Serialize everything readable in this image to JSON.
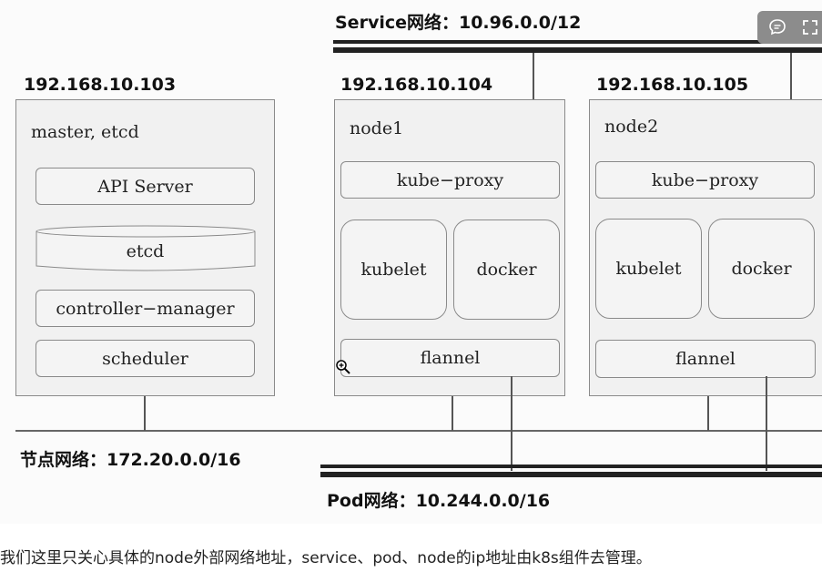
{
  "networks": {
    "service": "Service网络：10.96.0.0/12",
    "node": "节点网络：172.20.0.0/16",
    "pod": "Pod网络：10.244.0.0/16"
  },
  "hosts": [
    {
      "ip": "192.168.10.103",
      "title": "master, etcd",
      "components": [
        "API Server",
        "etcd",
        "controller−manager",
        "scheduler"
      ]
    },
    {
      "ip": "192.168.10.104",
      "title": "node1",
      "components": [
        "kube−proxy",
        "kubelet",
        "docker",
        "flannel"
      ]
    },
    {
      "ip": "192.168.10.105",
      "title": "node2",
      "components": [
        "kube−proxy",
        "kubelet",
        "docker",
        "flannel"
      ]
    }
  ],
  "caption": "我们这里只关心具体的node外部网络地址，service、pod、node的ip地址由k8s组件去管理。",
  "toolbar": {
    "icons": [
      "comment-icon",
      "fullscreen-icon"
    ]
  }
}
